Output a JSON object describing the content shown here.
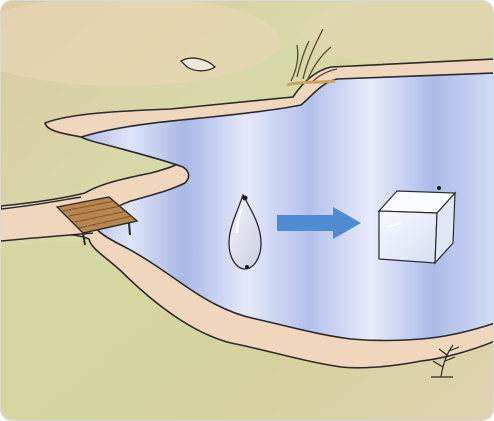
{
  "illustration": {
    "subject": "water-freezing-in-pond",
    "elements": [
      "landscape-background",
      "pond-water",
      "shore-path",
      "wooden-dock",
      "water-drop",
      "transform-arrow",
      "ice-cube",
      "reed-grass",
      "small-plant",
      "rock"
    ],
    "colors": {
      "grass": "#d9d6a4",
      "sand": "#f1dcc4",
      "shore": "#efd3ba",
      "water": "#b9c6ee",
      "waterLight": "#e3e7fb",
      "arrow": "#4e8bd0",
      "dock": "#b9864f",
      "outline": "#2a2a2a",
      "ice": "#f2f6fd"
    }
  }
}
